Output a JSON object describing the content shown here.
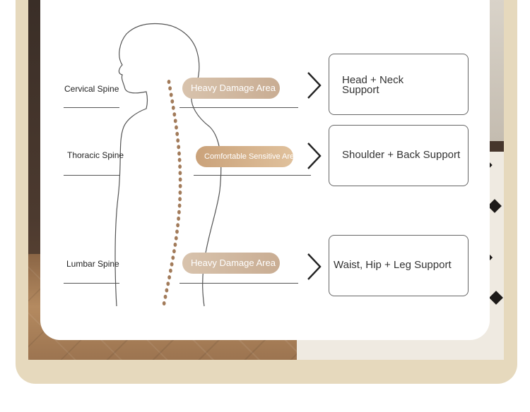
{
  "rows": [
    {
      "spine_label": "Cervical Spine",
      "area": "Heavy Damage Area",
      "support": "Head + Neck Support"
    },
    {
      "spine_label": "Thoracic Spine",
      "area": "Comfortable Sensitive Area",
      "support": "Shoulder + Back Support"
    },
    {
      "spine_label": "Lumbar Spine",
      "area": "Heavy Damage Area",
      "support": "Waist, Hip + Leg Support"
    }
  ],
  "colors": {
    "frame": "#e6d9bd",
    "damage_pill": "#d8c3ad",
    "sensitive_pill": "#caa27a",
    "spine_dots": "#a27b5a"
  },
  "icons": [
    "chevron-right-icon",
    "body-silhouette",
    "spine-dots"
  ]
}
